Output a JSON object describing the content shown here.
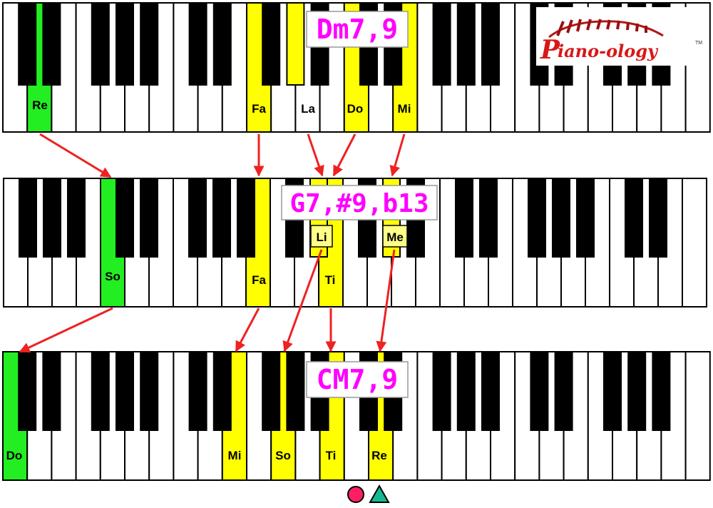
{
  "colors": {
    "green": "#22ee22",
    "yellow": "#ffff00",
    "arrow": "#ee2222",
    "chord_text": "#ff00ff",
    "dot": "#ff1e64",
    "triangle": "#15b894"
  },
  "chords": {
    "top": "Dm7,9",
    "middle": "G7,#9,b13",
    "bottom": "CM7,9"
  },
  "notes": {
    "top": [
      "Re",
      "Fa",
      "La",
      "Do",
      "Mi"
    ],
    "middle": [
      "So",
      "Fa",
      "Ti"
    ],
    "middle_tags": [
      "Li",
      "Me"
    ],
    "bottom": [
      "Do",
      "Mi",
      "So",
      "Ti",
      "Re"
    ]
  },
  "logo": {
    "p": "P",
    "name": "iano-ology",
    "tm": "TM",
    "icon": "piano-keys-swoosh-icon"
  },
  "symbols": [
    "circle-icon",
    "triangle-icon"
  ]
}
